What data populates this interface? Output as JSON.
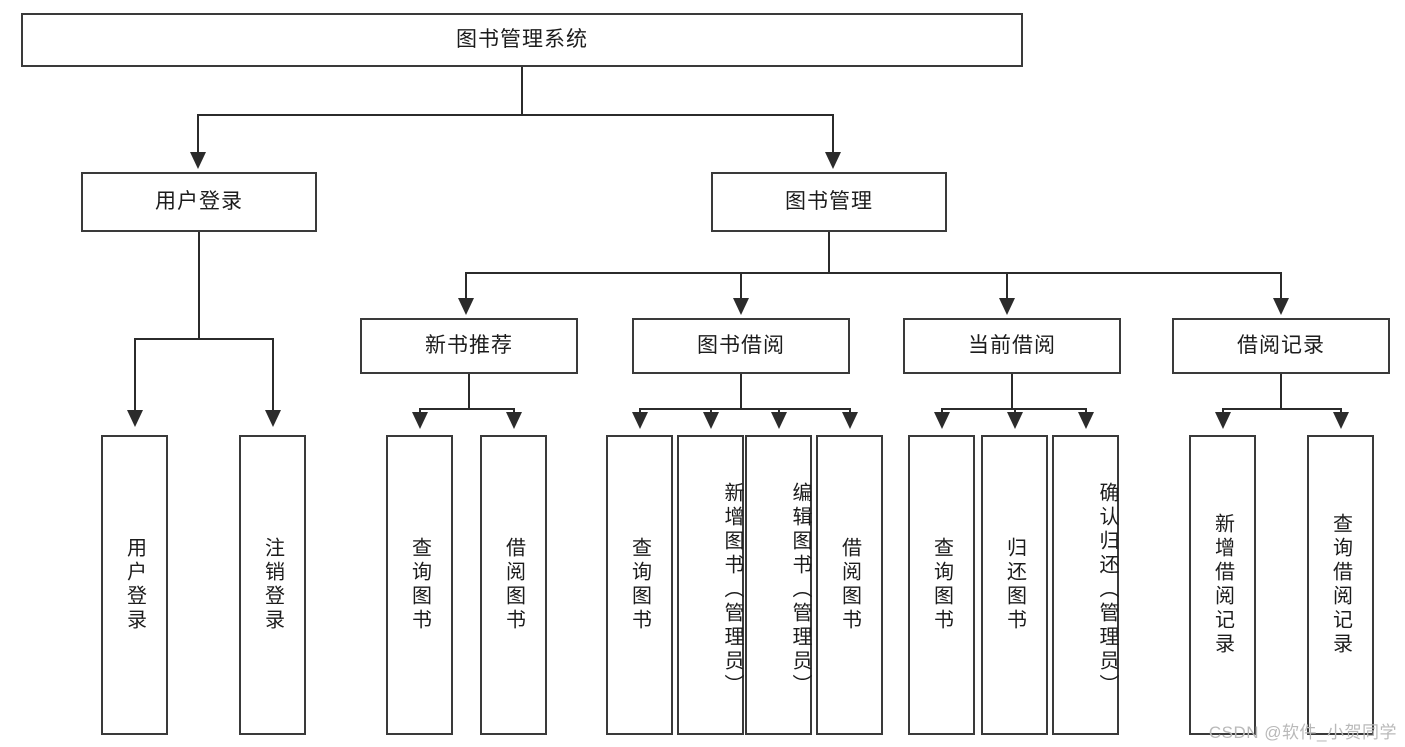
{
  "diagram": {
    "type": "tree-hierarchy-chart",
    "title": "图书管理系统",
    "root": {
      "label": "图书管理系统"
    },
    "level2": [
      {
        "label": "用户登录"
      },
      {
        "label": "图书管理"
      }
    ],
    "level3": [
      {
        "label": "新书推荐",
        "parent": "图书管理"
      },
      {
        "label": "图书借阅",
        "parent": "图书管理"
      },
      {
        "label": "当前借阅",
        "parent": "图书管理"
      },
      {
        "label": "借阅记录",
        "parent": "图书管理"
      }
    ],
    "leaves": {
      "user_login": [
        {
          "label": "用户登录"
        },
        {
          "label": "注销登录"
        }
      ],
      "new_book_recommend": [
        {
          "label": "查询图书"
        },
        {
          "label": "借阅图书"
        }
      ],
      "book_borrow": [
        {
          "label": "查询图书"
        },
        {
          "label": "新增图书（管理员）"
        },
        {
          "label": "编辑图书（管理员）"
        },
        {
          "label": "借阅图书"
        }
      ],
      "current_borrow": [
        {
          "label": "查询图书"
        },
        {
          "label": "归还图书"
        },
        {
          "label": "确认归还（管理员）"
        }
      ],
      "borrow_record": [
        {
          "label": "新增借阅记录"
        },
        {
          "label": "查询借阅记录"
        }
      ]
    }
  },
  "watermark": {
    "text": "CSDN @软件_小贺同学"
  },
  "colors": {
    "box_border": "#3a3a3a",
    "connector": "#2b2b2b",
    "background": "#ffffff",
    "text": "#1c1c1c",
    "watermark": "#b9b9b9"
  }
}
